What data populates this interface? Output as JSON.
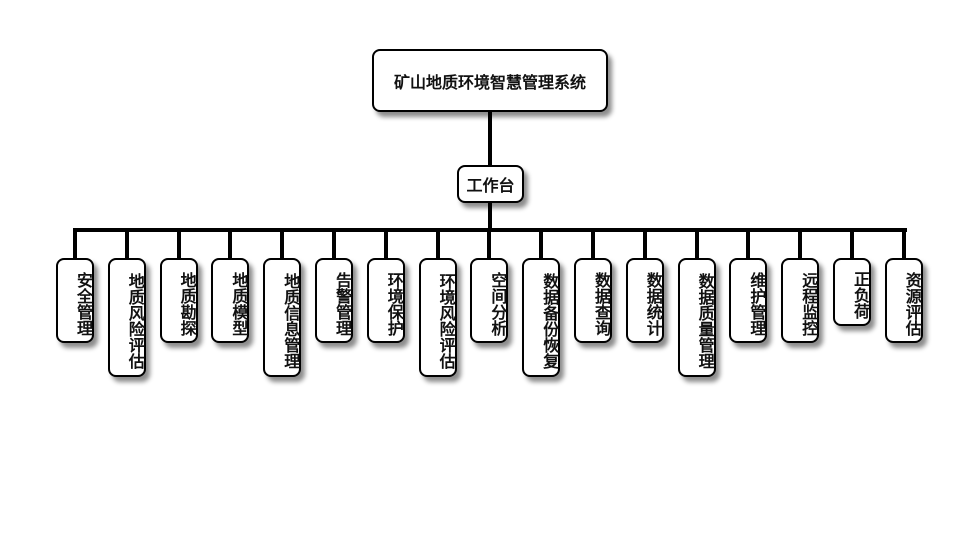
{
  "root": {
    "label": "矿山地质环境智慧管理系统"
  },
  "mid": {
    "label": "工作台"
  },
  "leaves": [
    {
      "label": "安全管理"
    },
    {
      "label": "地质风险评估"
    },
    {
      "label": "地质勘探"
    },
    {
      "label": "地质模型"
    },
    {
      "label": "地质信息管理"
    },
    {
      "label": "告警管理"
    },
    {
      "label": "环境保护"
    },
    {
      "label": "环境风险评估"
    },
    {
      "label": "空间分析"
    },
    {
      "label": "数据备份恢复"
    },
    {
      "label": "数据查询"
    },
    {
      "label": "数据统计"
    },
    {
      "label": "数据质量管理"
    },
    {
      "label": "维护管理"
    },
    {
      "label": "远程监控"
    },
    {
      "label": "正负荷"
    },
    {
      "label": "资源评估"
    }
  ]
}
